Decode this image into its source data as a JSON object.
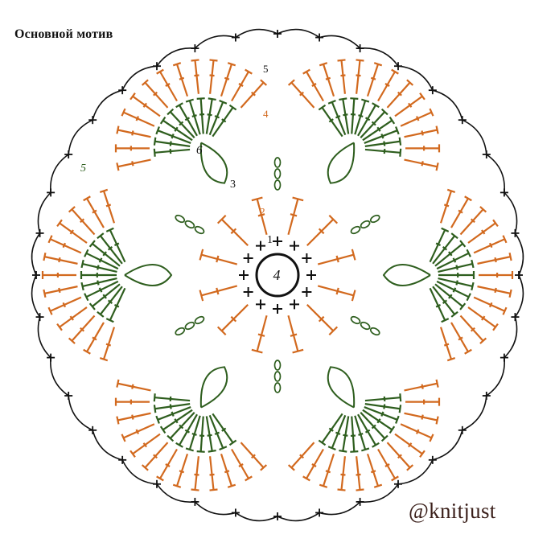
{
  "header": {
    "title": "Основной мотив"
  },
  "watermark": {
    "handle": "@knitjust"
  },
  "labels": {
    "center_ring": "4",
    "row1": "1",
    "row2": "2",
    "row3": "3",
    "row4": "4",
    "row5": "5",
    "row6": "6",
    "ch_count_5": "5",
    "ch_count_3": "3"
  },
  "colors": {
    "black": "#111111",
    "orange": "#d2691e",
    "green": "#2e5e1e",
    "text": "#111111",
    "handle": "#3a1f1a"
  },
  "stitch_symbols": [
    "single-crochet-cross",
    "double-crochet",
    "chain-oval",
    "picot"
  ]
}
